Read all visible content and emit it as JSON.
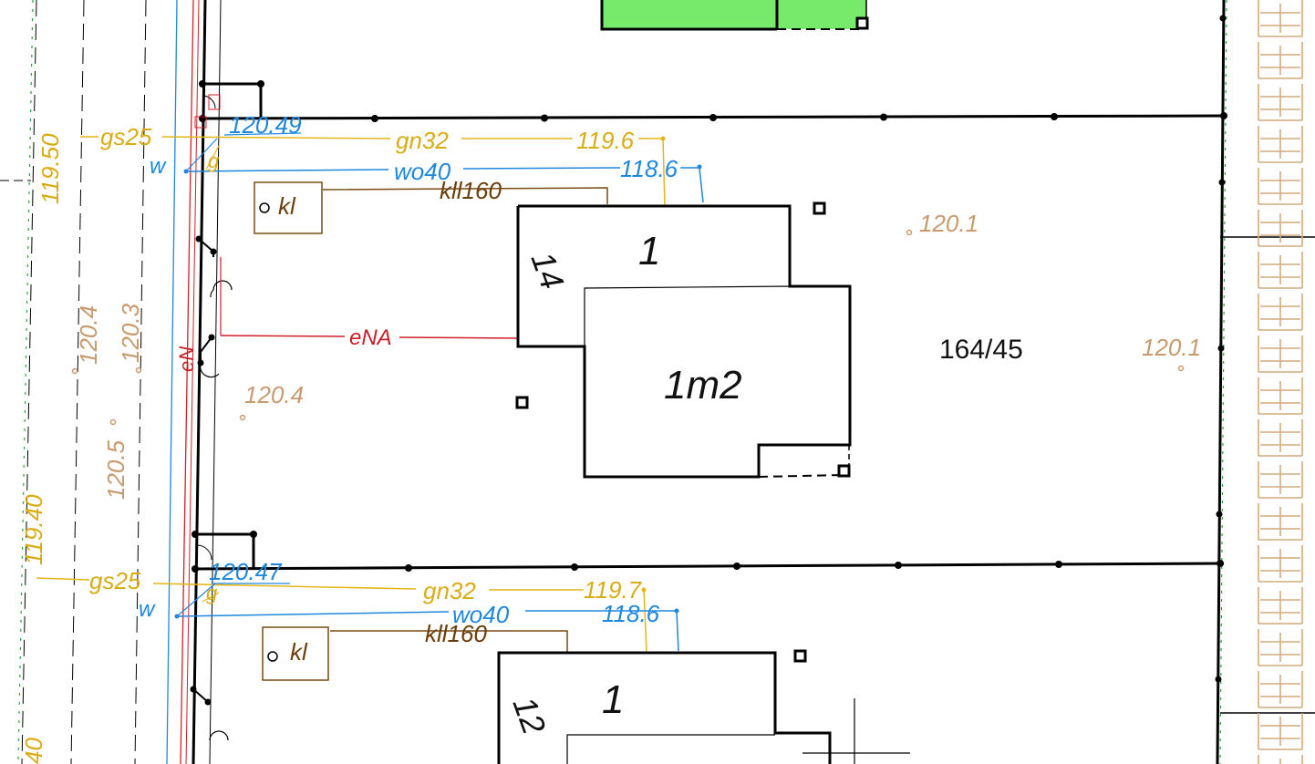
{
  "colors": {
    "gas": "#e3b619",
    "water": "#1f87dd",
    "electric": "#d0202a",
    "sewer": "#7a4a12",
    "elevation": "#c89b6e",
    "building_fill": "#77ea6b",
    "border_hatch": "#d4aa7d"
  },
  "parcel": {
    "number": "164/45"
  },
  "buildings": [
    {
      "storeys": "1",
      "storeys_m": "1m2",
      "number": "14"
    },
    {
      "storeys": "1",
      "number": "12"
    }
  ],
  "utilities": {
    "upper": {
      "gas_service": "gs25",
      "gas_letter": "g",
      "gas_pipe": "gn32",
      "gas_elev": "119.6",
      "water_letter": "w",
      "water_pipe": "wo40",
      "water_elev": "118.6",
      "sewer_pipe": "kll160",
      "manhole": "kl",
      "elev_point": "120.49",
      "electric_line": "eNA",
      "electric_letter": "eN"
    },
    "lower": {
      "gas_service": "gs25",
      "gas_letter": "g",
      "gas_pipe": "gn32",
      "gas_elev": "119.7",
      "water_letter": "w",
      "water_pipe": "wo40",
      "water_elev": "118.6",
      "sewer_pipe": "kll160",
      "manhole": "kl",
      "elev_point": "120.47"
    }
  },
  "elevations": {
    "road_119_50": "119.50",
    "road_119_40": "119.40",
    "road_40": "40",
    "road_120_4": "120.4",
    "road_120_3": "120.3",
    "road_120_5": "120.5",
    "yard_120_4": "120.4",
    "yard_120_1_a": "120.1",
    "yard_120_1_b": "120.1"
  }
}
